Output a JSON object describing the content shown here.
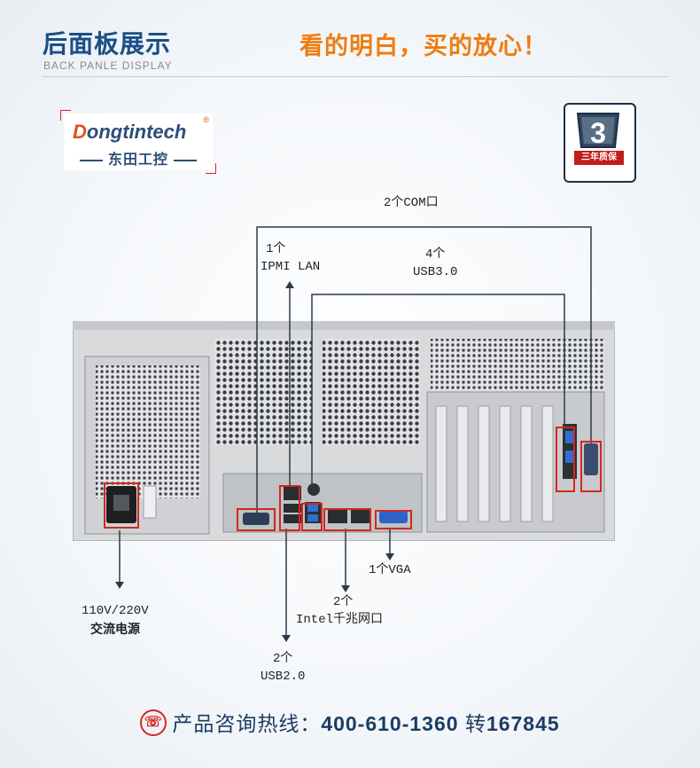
{
  "header": {
    "title": "后面板展示",
    "subtitle": "BACK PANLE DISPLAY",
    "slogan": "看的明白，买的放心！"
  },
  "logo": {
    "brand_en_initial": "D",
    "brand_en_rest": "ongtintech",
    "registered": "®",
    "brand_cn": "东田工控"
  },
  "warranty_badge": {
    "digit": "3",
    "caption": "三年质保"
  },
  "callouts": {
    "com": "2个COM口",
    "ipmi_count": "1个",
    "ipmi_name": "IPMI LAN",
    "usb3_count": "4个",
    "usb3_name": "USB3.0",
    "vga": "1个VGA",
    "lan_count": "2个",
    "lan_name": "Intel千兆网口",
    "usb2_count": "2个",
    "usb2_name": "USB2.0",
    "power_voltage": "110V/220V",
    "power_name": "交流电源"
  },
  "contact": {
    "label": "产品咨询热线：",
    "number": "400-610-1360",
    "ext_label": "转",
    "ext": "167845"
  },
  "colors": {
    "title_blue": "#1a4f86",
    "slogan_orange": "#ee7d11",
    "highlight_red": "#d1281f",
    "line_dark": "#2b3a4a"
  },
  "icons": [
    "phone-icon",
    "shield-icon",
    "power-socket-icon",
    "vga-port-icon",
    "rj45-port-icon",
    "usb-port-icon",
    "serial-port-icon"
  ]
}
